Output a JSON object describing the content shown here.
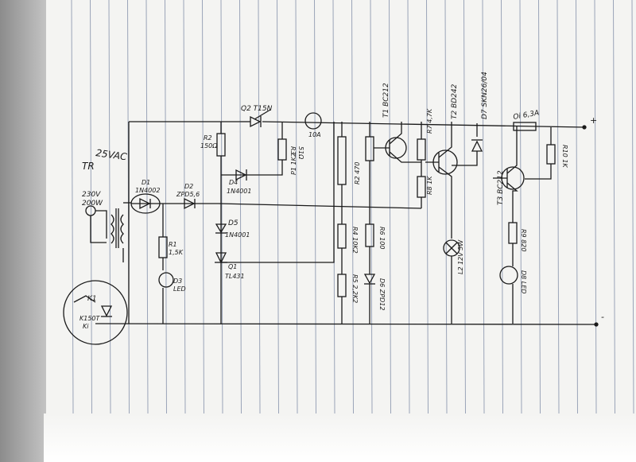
{
  "labels": {
    "transformer_name": "TR",
    "transformer_rating": "25VAC",
    "mains_voltage": "230V",
    "mains_power": "200W",
    "d1_name": "D1",
    "d1_part": "1N4002",
    "d2_name": "D2",
    "d2_part": "ZPD5,6",
    "r2_name": "R2",
    "r2_value": "150Ω",
    "q2_part": "Q2 T15N",
    "r3_name": "R3",
    "r3_value": "51Ω",
    "d4_name": "D4",
    "d4_part": "1N4001",
    "d5_name": "D5",
    "d5_part": "1N4001",
    "q1_name": "Q1",
    "q1_part": "TL431",
    "r1_name": "R1",
    "r1_value": "1,5K",
    "d3_name": "D3",
    "d3_part": "LED",
    "meter": "10A",
    "p1_part": "P1 1K2",
    "r4_part": "R4 10K2",
    "r5_part": "R5 2,2K2",
    "r2b_part": "R2 470",
    "r6_part": "R6 100",
    "d6_part": "D6 ZPD12",
    "t1_part": "T1 BC212",
    "r7_part": "R7 4,7K",
    "r8_part": "R8 1K",
    "t2_part": "T2 BD242",
    "l2_part": "L2 12V 5W",
    "d7_part": "D7 SKN26/04",
    "fuse": "Oi 6,3A",
    "r10_part": "R10 1K",
    "t3_part": "T3 BC212",
    "r9_part": "R9 820",
    "d8_part": "D8 LED",
    "plus_terminal": "+",
    "minus_terminal": "-",
    "k1_name": "K1",
    "k1_part": "K150T",
    "k1_sub": "Ki"
  }
}
